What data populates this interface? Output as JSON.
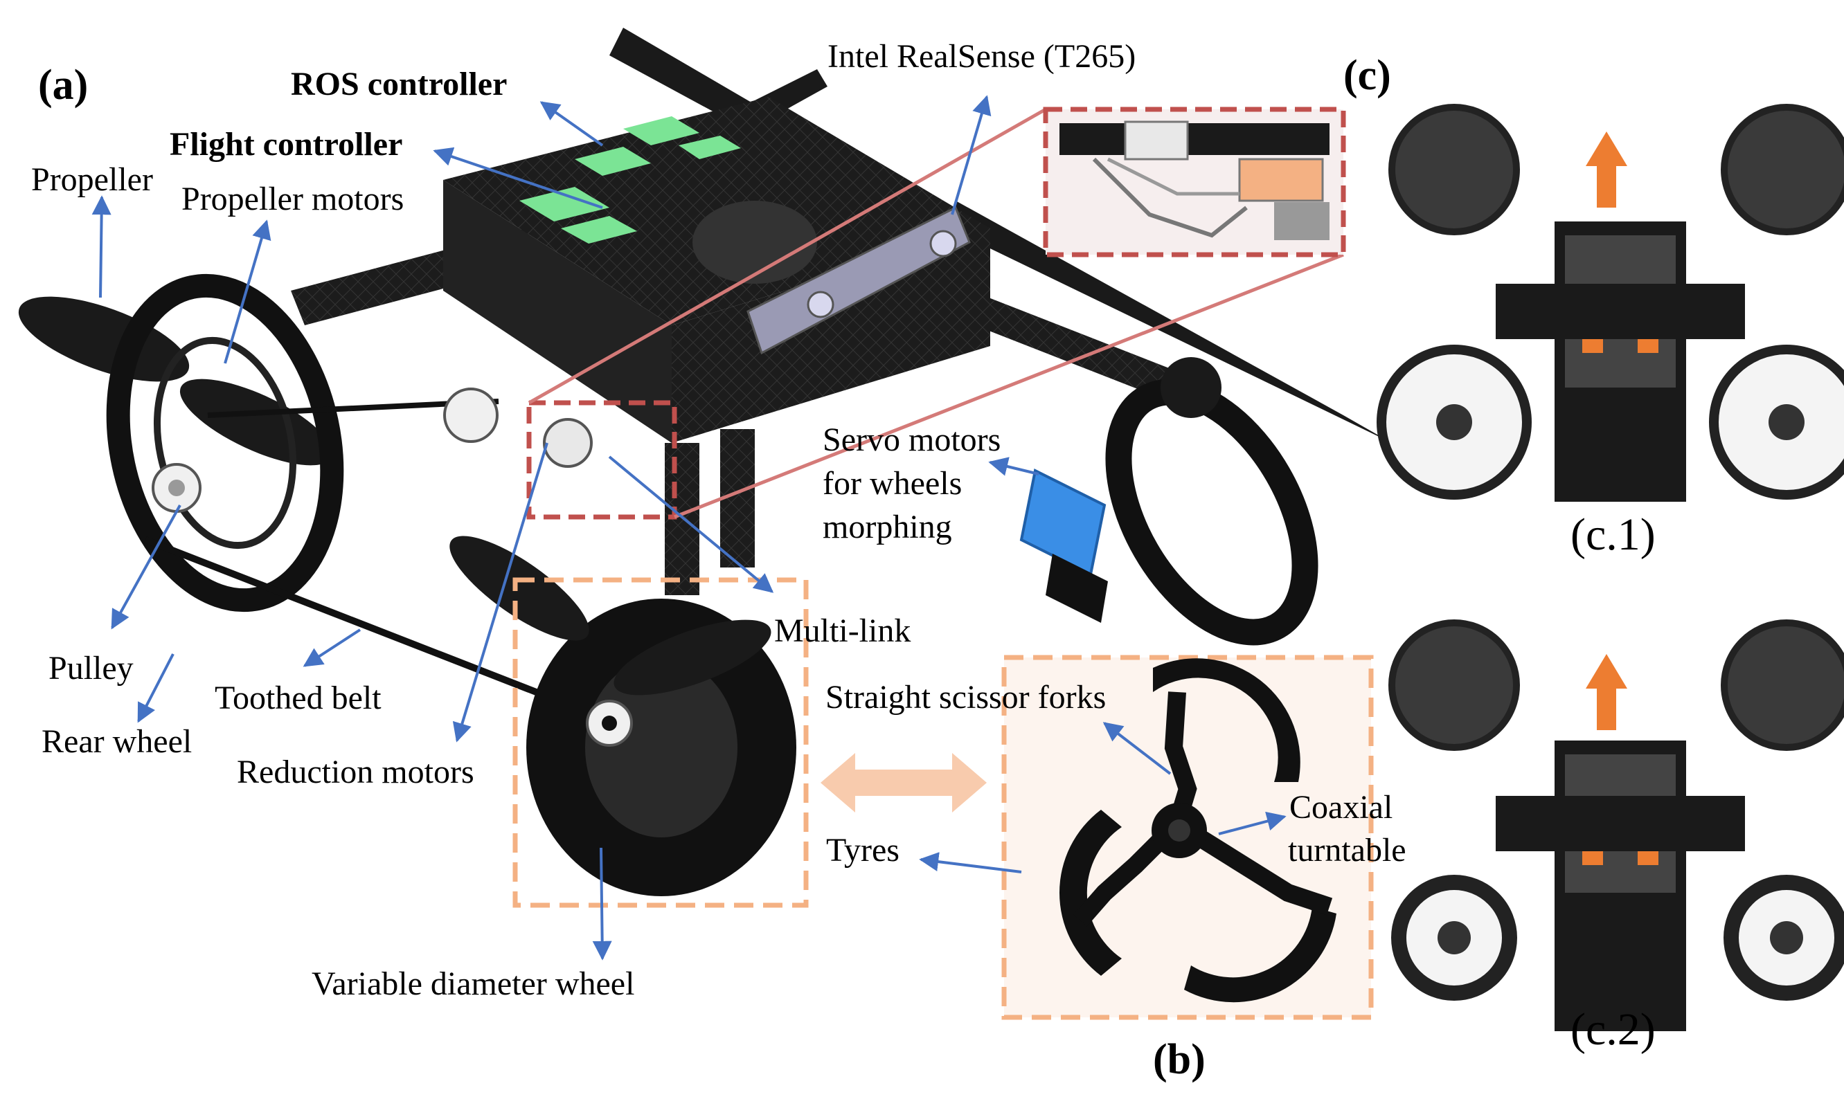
{
  "figure": {
    "panel_labels": {
      "a": "(a)",
      "b": "(b)",
      "c": "(c)",
      "c1": "(c.1)",
      "c2": "(c.2)"
    },
    "labels": {
      "ros_controller": "ROS controller",
      "flight_controller": "Flight controller",
      "intel_realsense": "Intel RealSense (T265)",
      "propeller": "Propeller",
      "propeller_motors": "Propeller motors",
      "servo_line1": "Servo motors",
      "servo_line2": "for wheels",
      "servo_line3": "morphing",
      "multi_link": "Multi-link",
      "pulley": "Pulley",
      "rear_wheel": "Rear wheel",
      "toothed_belt": "Toothed belt",
      "reduction_motors": "Reduction motors",
      "variable_diameter_wheel": "Variable diameter wheel",
      "straight_scissor_forks": "Straight scissor forks",
      "coaxial_line1": "Coaxial",
      "coaxial_line2": "turntable",
      "tyres": "Tyres"
    }
  },
  "colors": {
    "annotation_arrow": "#4472c4",
    "dashed_box_orange": "#f4b183",
    "dashed_box_red": "#c0504d",
    "direction_arrow": "#ed7d31",
    "double_arrow": "#f8cbad",
    "board_green": "#7be495",
    "servo_blue": "#3a8ee6",
    "frame_black": "#1a1a1a"
  }
}
